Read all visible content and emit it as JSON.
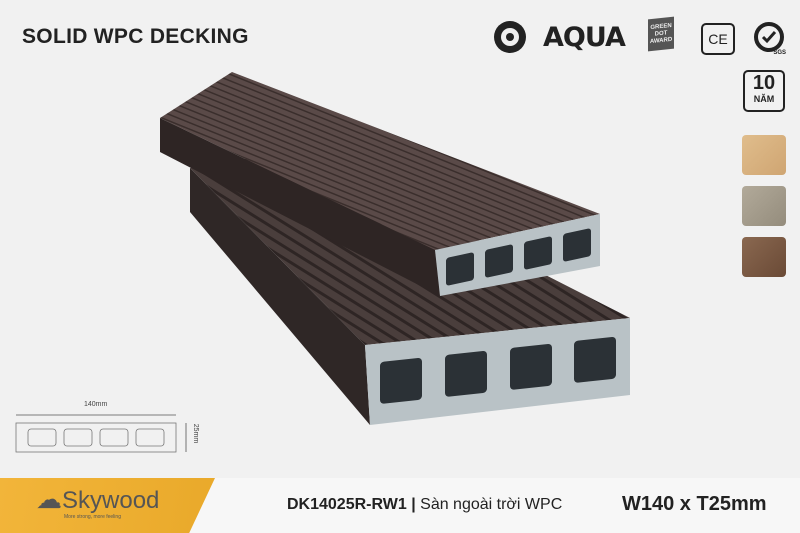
{
  "title": "SOLID WPC DECKING",
  "certifications": {
    "aqua": "AQUA",
    "green_dot": "GREEN DOT AWARD",
    "ce": "CE",
    "sgs": "SGS"
  },
  "warranty": {
    "number": "10",
    "unit": "NĂM"
  },
  "swatches": [
    "#d9b483",
    "#a59c8c",
    "#7a5a44"
  ],
  "diagram": {
    "width_label": "140mm",
    "thickness_label": "25mm"
  },
  "footer": {
    "brand": "Skywood",
    "tagline": "More strong, more feeling",
    "product_code": "DK14025R-RW1",
    "separator": "|",
    "product_name": "Sàn ngoài trời WPC",
    "dimensions": "W140 x T25mm"
  },
  "colors": {
    "accent": "#f2b53a",
    "board": "#4a3c3a",
    "core": "#b9c2c6"
  }
}
